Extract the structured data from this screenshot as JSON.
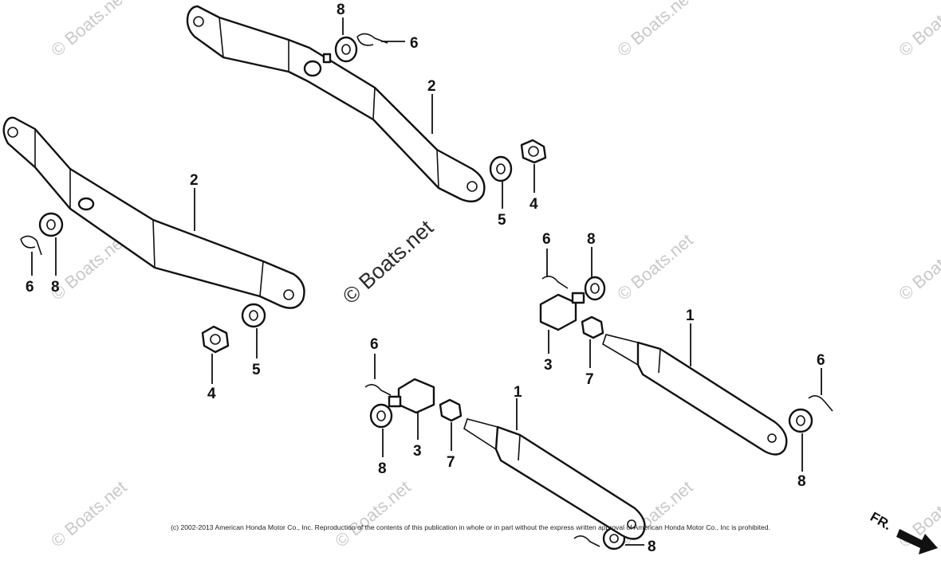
{
  "callouts": [
    {
      "id": "c-8a",
      "text": "8"
    },
    {
      "id": "c-6a",
      "text": "6"
    },
    {
      "id": "c-2a",
      "text": "2"
    },
    {
      "id": "c-5a",
      "text": "5"
    },
    {
      "id": "c-4a",
      "text": "4"
    },
    {
      "id": "c-2b",
      "text": "2"
    },
    {
      "id": "c-6b",
      "text": "6"
    },
    {
      "id": "c-8b",
      "text": "8"
    },
    {
      "id": "c-5b",
      "text": "5"
    },
    {
      "id": "c-4b",
      "text": "4"
    },
    {
      "id": "c-6c",
      "text": "6"
    },
    {
      "id": "c-8c",
      "text": "8"
    },
    {
      "id": "c-3a",
      "text": "3"
    },
    {
      "id": "c-7a",
      "text": "7"
    },
    {
      "id": "c-1a",
      "text": "1"
    },
    {
      "id": "c-6d",
      "text": "6"
    },
    {
      "id": "c-8d",
      "text": "8"
    },
    {
      "id": "c-6e",
      "text": "6"
    },
    {
      "id": "c-8e",
      "text": "8"
    },
    {
      "id": "c-3b",
      "text": "3"
    },
    {
      "id": "c-7b",
      "text": "7"
    },
    {
      "id": "c-1b",
      "text": "1"
    },
    {
      "id": "c-8f",
      "text": "8"
    }
  ],
  "watermark": {
    "small": "© Boats.net",
    "large": "© Boats.net"
  },
  "direction_label": "FR.",
  "copyright": "(c) 2002-2013 American Honda Motor Co., Inc. Reproduction of the contents of this publication in whole or in part without the express written approval of American Honda Motor Co., Inc is prohibited.",
  "colors": {
    "line": "#111111",
    "watermark": "#c9c9c9",
    "background": "#ffffff"
  }
}
